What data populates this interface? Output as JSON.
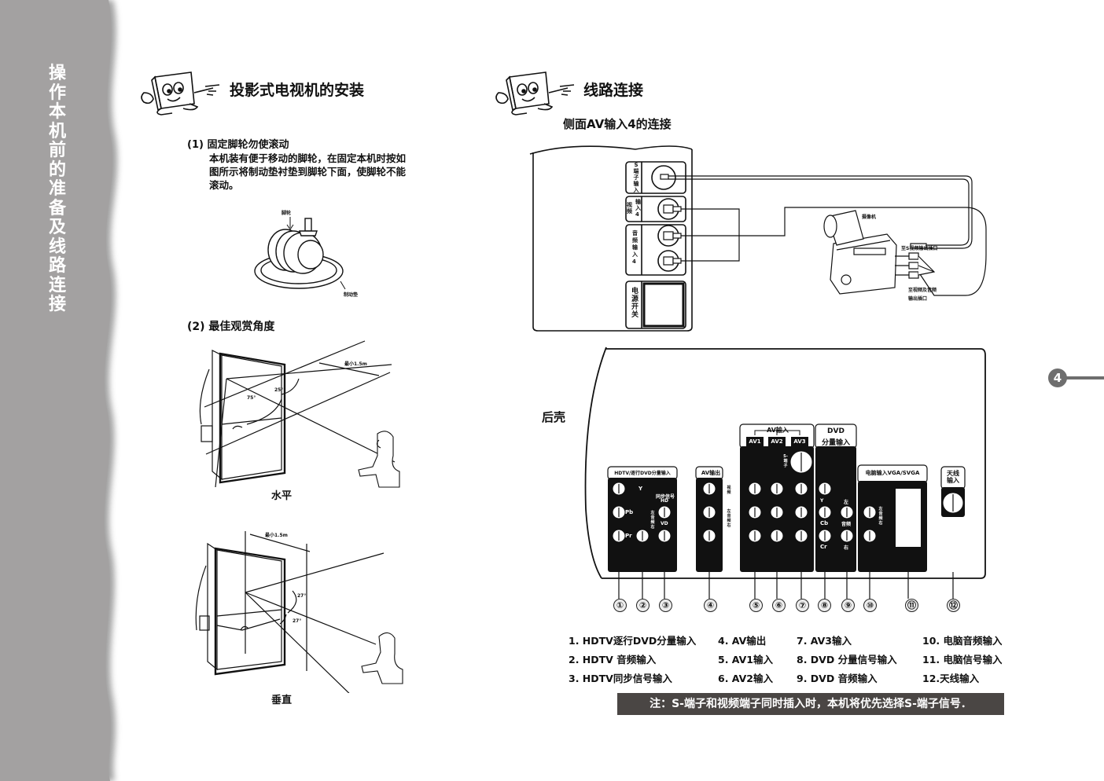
{
  "sidebar": {
    "title_chars": [
      "操",
      "作",
      "本",
      "机",
      "前",
      "的",
      "准",
      "备",
      "及",
      "线",
      "路",
      "连",
      "接"
    ],
    "color": "#a3a1a1"
  },
  "left": {
    "heading": "投影式电视机的安装",
    "section1": {
      "title": "(1) 固定脚轮勿使滚动",
      "lines": [
        "本机装有便于移动的脚轮，在固定本机时按如",
        "图所示将制动垫衬垫到脚轮下面，使脚轮不能",
        "滚动。"
      ],
      "label_wheel": "脚轮",
      "label_pad": "制动垫"
    },
    "section2": {
      "title": "(2) 最佳观赏角度",
      "horizontal": {
        "min_distance": "最小1.5m",
        "angle_a": "75°",
        "angle_b": "25°",
        "caption": "水平"
      },
      "vertical": {
        "min_distance": "最小1.5m",
        "angle_a": "27°",
        "angle_b": "27°",
        "caption": "垂直"
      }
    }
  },
  "right": {
    "heading": "线路连接",
    "side_heading": "侧面AV输入4的连接",
    "side_panel": {
      "s_terminal": "S端子输入",
      "video": "视频",
      "input4": "输入4",
      "audio_input": "音频输入4",
      "power": "电源开关"
    },
    "camcorder": {
      "label": "摄像机",
      "s_out": "至S视频输出插口",
      "av_out_line1": "至视频及音频",
      "av_out_line2": "输出插口"
    },
    "rear_label": "后壳",
    "rear_panel": {
      "hdtv_group": "HDTV/逐行DVD分量输入",
      "y": "Y",
      "pb": "Pb",
      "pr": "Pr",
      "sync": "同步信号",
      "hd": "HD",
      "vd": "VD",
      "audio_lr": "左 音频 右",
      "av_out_group": "AV输出",
      "av_out_video": "视频",
      "av_out_audio": "左 音频 右",
      "av_in_group": "AV输入",
      "av1": "AV1",
      "av2": "AV2",
      "av3": "AV3",
      "s_terminal": "S-端子",
      "dvd_group_line1": "DVD",
      "dvd_group_line2": "分量输入",
      "dvd_y": "Y",
      "dvd_cb": "Cb",
      "dvd_cr": "Cr",
      "dvd_left": "左",
      "dvd_audio": "音频",
      "dvd_right": "右",
      "pc_group": "电脑输入VGA/SVGA",
      "pc_audio": "左 音频 右",
      "antenna_line1": "天线",
      "antenna_line2": "输入"
    },
    "numbers": [
      "①",
      "②",
      "③",
      "④",
      "⑤",
      "⑥",
      "⑦",
      "⑧",
      "⑨",
      "⑩",
      "⑪",
      "⑫"
    ],
    "legend": [
      "1. HDTV逐行DVD分量输入",
      "2. HDTV 音频输入",
      "3. HDTV同步信号输入",
      "4. AV输出",
      "5. AV1输入",
      "6. AV2输入",
      "7. AV3输入",
      "8. DVD 分量信号输入",
      "9. DVD 音频输入",
      "10. 电脑音频输入",
      "11. 电脑信号输入",
      "12.天线输入"
    ],
    "note": "注：S-端子和视频端子同时插入时，本机将优先选择S-端子信号．"
  },
  "page_number": "4",
  "colors": {
    "note_bg": "#4a4644",
    "badge": "#6e6e6e",
    "sidebar": "#a3a1a1"
  }
}
